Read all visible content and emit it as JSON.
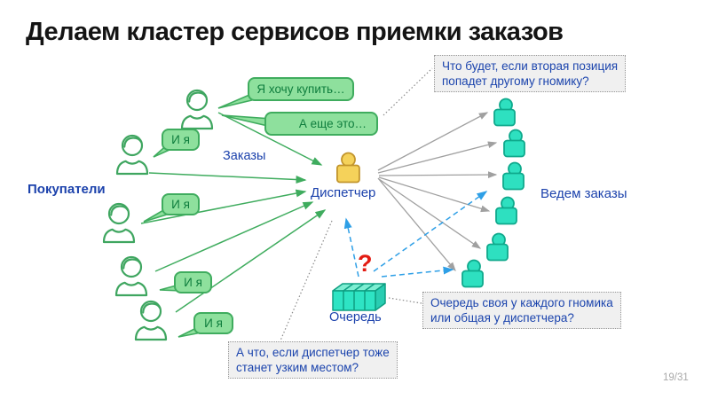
{
  "slide": {
    "title": "Делаем кластер сервисов приемки заказов",
    "page_number": "19/31"
  },
  "labels": {
    "buyers": "Покупатели",
    "orders": "Заказы",
    "dispatcher": "Диспетчер",
    "workers": "Ведем заказы",
    "queue": "Очередь",
    "question_mark": "?"
  },
  "speech_bubbles": [
    {
      "speaker": "buyer-1",
      "text": "Я хочу купить…"
    },
    {
      "speaker": "buyer-1",
      "text": "А еще это…"
    },
    {
      "speaker": "buyer-2",
      "text": "И я"
    },
    {
      "speaker": "buyer-3",
      "text": "И я"
    },
    {
      "speaker": "buyer-4",
      "text": "И я"
    },
    {
      "speaker": "buyer-5",
      "text": "И я"
    }
  ],
  "notes": [
    {
      "text": "Что будет, если вторая позиция\nпопадет другому гномику?"
    },
    {
      "text": "Очередь своя у каждого гномика\nили общая у диспетчера?"
    },
    {
      "text": "А что, если диспетчер тоже\nстанет узким местом?"
    }
  ],
  "icons": {
    "buyer": "person-outline-icon",
    "dispatcher": "person-yellow-icon",
    "worker": "person-teal-icon",
    "queue": "queue-blocks-icon"
  },
  "counts": {
    "buyers": 5,
    "workers": 6
  },
  "colors": {
    "accent_green": "#3FAC5E",
    "bubble_fill": "#8EE09D",
    "worker_teal": "#2EE0C0",
    "dispatcher_yellow": "#F5D25A",
    "label_blue": "#1C42AC",
    "question_red": "#E31B12",
    "arrow_gray": "#A0A0A0",
    "arrow_blue": "#2E9FE6"
  }
}
